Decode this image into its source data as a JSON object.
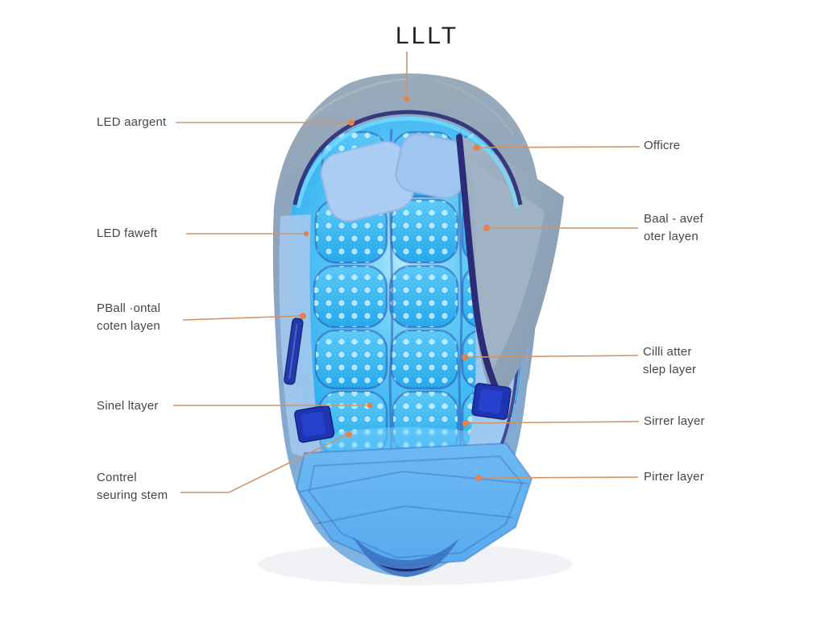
{
  "title": "LLLT",
  "labels": {
    "left": [
      {
        "text": "LED aargent"
      },
      {
        "text": "LED faweft"
      },
      {
        "text": "PBall ·ontal\ncoten layen"
      },
      {
        "text": "Sinel ltayer"
      },
      {
        "text": "Contrel\nseuring stem"
      }
    ],
    "right": [
      {
        "text": "Officre"
      },
      {
        "text": "Baal - avef\noter layen"
      },
      {
        "text": "Cilli atter\nslep layer"
      },
      {
        "text": "Sirrer layer"
      },
      {
        "text": "Pirter layer"
      }
    ]
  },
  "illustration": {
    "subject": "LED light-therapy sleeping bag, top view, opened with folded flap and glowing LED interior",
    "colors": {
      "background": "#ffffff",
      "shell_gray_blue": "#8ca3bb",
      "shell_light_blue": "#7cb5e6",
      "interior_glow_cyan": "#35b9f2",
      "led_dot": "#cdf4ff",
      "pillow_blue": "#abccf3",
      "trim_navy": "#2c2b78",
      "control_box_blue": "#1f34b0",
      "leader_line": "#cf9468",
      "leader_dot": "#e2834e",
      "label_text": "#464646",
      "title_text": "#232323"
    }
  }
}
